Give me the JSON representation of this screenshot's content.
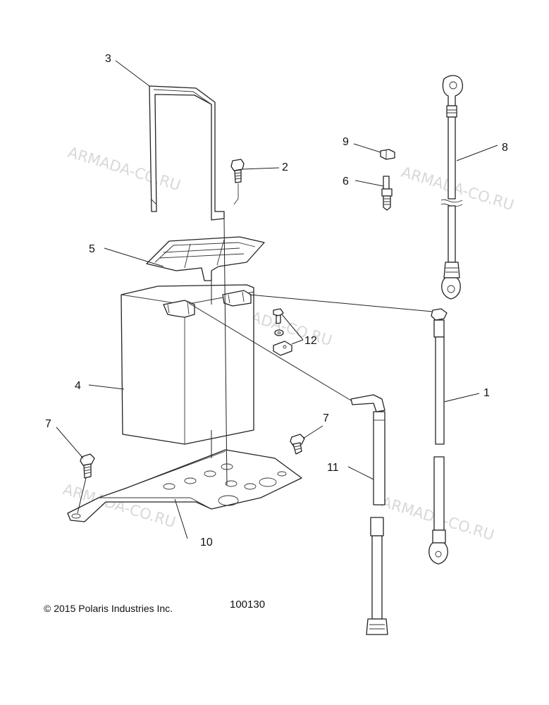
{
  "callouts": {
    "c1": "1",
    "c2": "2",
    "c3": "3",
    "c4": "4",
    "c5": "5",
    "c6": "6",
    "c7a": "7",
    "c7b": "7",
    "c8": "8",
    "c9": "9",
    "c10": "10",
    "c11": "11",
    "c12": "12"
  },
  "watermark": "ARMADA-CO.RU",
  "copyright": "© 2015 Polaris Industries Inc.",
  "diagram_code": "100130"
}
